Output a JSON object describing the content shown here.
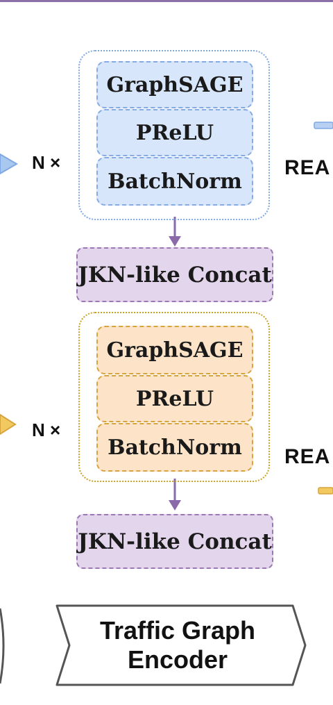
{
  "top_branch": {
    "layers": [
      "GraphSAGE",
      "PReLU",
      "BatchNorm"
    ],
    "repeat_label": "N ×",
    "side_label": "REA",
    "concat_label": "JKN-like Concat",
    "color": "#d7e6fb",
    "border_color": "#86aae3"
  },
  "bottom_branch": {
    "layers": [
      "GraphSAGE",
      "PReLU",
      "BatchNorm"
    ],
    "repeat_label": "N ×",
    "side_label": "REA",
    "concat_label": "JKN-like Concat",
    "color": "#fde3c7",
    "border_color": "#d6a43e"
  },
  "concat_color": "#e3d6ec",
  "arrow_color": "#8a6aa8",
  "encoder": {
    "line1": "Traffic Graph",
    "line2": "Encoder"
  }
}
